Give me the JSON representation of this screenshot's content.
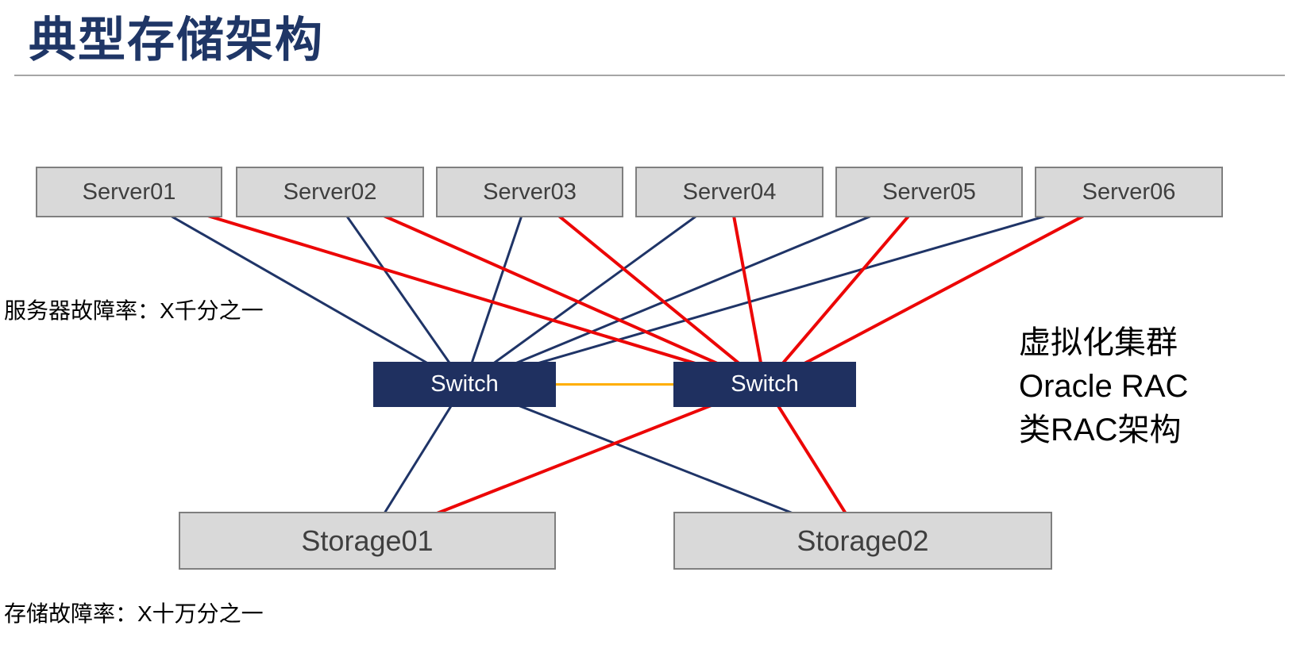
{
  "title": "典型存储架构",
  "annotations": {
    "server_failure_rate": "服务器故障率：X千分之一",
    "storage_failure_rate": "存储故障率：X十万分之一",
    "side_note_lines": [
      "虚拟化集群",
      "Oracle RAC",
      "类RAC架构"
    ]
  },
  "nodes": {
    "servers": [
      {
        "id": "server1",
        "label": "Server01"
      },
      {
        "id": "server2",
        "label": "Server02"
      },
      {
        "id": "server3",
        "label": "Server03"
      },
      {
        "id": "server4",
        "label": "Server04"
      },
      {
        "id": "server5",
        "label": "Server05"
      },
      {
        "id": "server6",
        "label": "Server06"
      }
    ],
    "switches": [
      {
        "id": "switch1",
        "label": "Switch"
      },
      {
        "id": "switch2",
        "label": "Switch"
      }
    ],
    "storages": [
      {
        "id": "storage1",
        "label": "Storage01"
      },
      {
        "id": "storage2",
        "label": "Storage02"
      }
    ]
  },
  "colors": {
    "navy": "#1f3467",
    "red": "#ec0606",
    "orange": "#ffae00",
    "box_fill": "#d9d9d9",
    "box_border": "#7f7f7f",
    "switch_fill": "#1f3060",
    "title": "#1f3666"
  },
  "line_widths": {
    "navy": 3,
    "red": 4,
    "orange": 3
  },
  "connections": [
    {
      "from": "server1",
      "to": "switch1",
      "color": "navy"
    },
    {
      "from": "server2",
      "to": "switch1",
      "color": "navy"
    },
    {
      "from": "server3",
      "to": "switch1",
      "color": "navy"
    },
    {
      "from": "server4",
      "to": "switch1",
      "color": "navy"
    },
    {
      "from": "server5",
      "to": "switch1",
      "color": "navy"
    },
    {
      "from": "server6",
      "to": "switch1",
      "color": "navy"
    },
    {
      "from": "server1",
      "to": "switch2",
      "color": "red"
    },
    {
      "from": "server2",
      "to": "switch2",
      "color": "red"
    },
    {
      "from": "server3",
      "to": "switch2",
      "color": "red"
    },
    {
      "from": "server4",
      "to": "switch2",
      "color": "red"
    },
    {
      "from": "server5",
      "to": "switch2",
      "color": "red"
    },
    {
      "from": "server6",
      "to": "switch2",
      "color": "red"
    },
    {
      "from": "switch1",
      "to": "switch2",
      "color": "orange"
    },
    {
      "from": "switch1",
      "to": "storage1",
      "color": "navy"
    },
    {
      "from": "switch1",
      "to": "storage2",
      "color": "navy"
    },
    {
      "from": "switch2",
      "to": "storage1",
      "color": "red"
    },
    {
      "from": "switch2",
      "to": "storage2",
      "color": "red"
    }
  ]
}
